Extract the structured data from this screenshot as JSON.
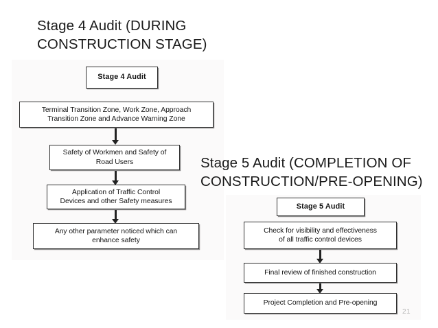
{
  "slide": {
    "page_number": "21",
    "background_color": "#ffffff",
    "scan_background_color": "#fbfafa",
    "box_border_color": "#2e2e2e",
    "text_color": "#141414",
    "heading_color": "#1a1a1a"
  },
  "sections": [
    {
      "id": "stage4",
      "heading": "Stage 4 Audit (DURING CONSTRUCTION STAGE)",
      "flowchart": {
        "title_box": "Stage 4 Audit",
        "steps": [
          "Terminal Transition Zone, Work Zone, Approach\nTransition Zone and Advance Warning Zone",
          "Safety of Workmen and Safety of\nRoad Users",
          "Application of Traffic Control\nDevices and other Safety measures",
          "Any other parameter noticed which can\nenhance safety"
        ]
      }
    },
    {
      "id": "stage5",
      "heading": "Stage 5 Audit (COMPLETION OF CONSTRUCTION/PRE-OPENING)",
      "flowchart": {
        "title_box": "Stage 5 Audit",
        "steps": [
          "Check for visibility and effectiveness\nof all traffic control devices",
          "Final review of finished construction",
          "Project Completion and Pre-opening"
        ]
      }
    }
  ]
}
